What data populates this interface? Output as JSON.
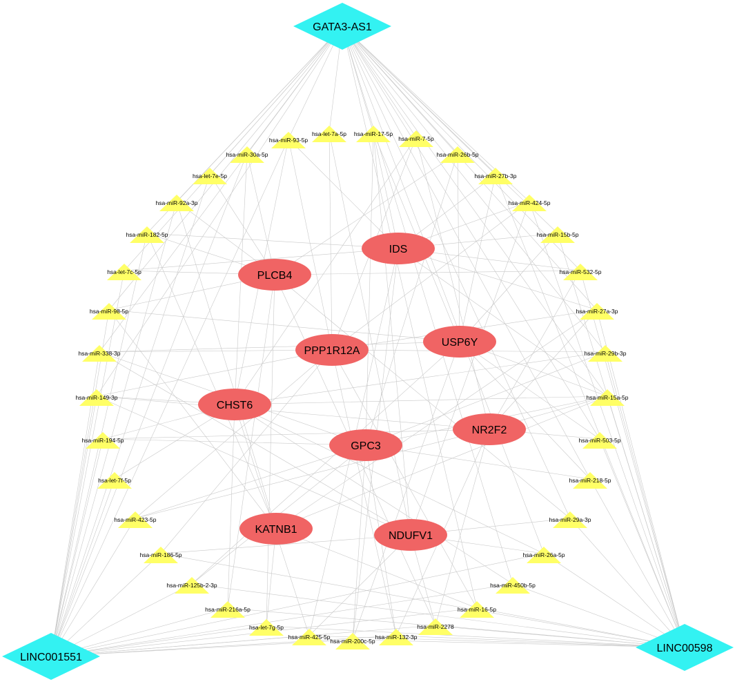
{
  "colors": {
    "lncrna_fill": "#33f2f2",
    "mirna_fill": "#ffff66",
    "gene_fill": "#f06464",
    "edge": "#c8c8c8",
    "background": "#ffffff"
  },
  "lncrnas": [
    {
      "id": "GATA3-AS1",
      "label": "GATA3-AS1"
    },
    {
      "id": "LINC001551",
      "label": "LINC001551"
    },
    {
      "id": "LINC00598",
      "label": "LINC00598"
    }
  ],
  "genes": [
    {
      "id": "IDS",
      "label": "IDS"
    },
    {
      "id": "PLCB4",
      "label": "PLCB4"
    },
    {
      "id": "PPP1R12A",
      "label": "PPP1R12A"
    },
    {
      "id": "USP6Y",
      "label": "USP6Y"
    },
    {
      "id": "CHST6",
      "label": "CHST6"
    },
    {
      "id": "NR2F2",
      "label": "NR2F2"
    },
    {
      "id": "GPC3",
      "label": "GPC3"
    },
    {
      "id": "KATNB1",
      "label": "KATNB1"
    },
    {
      "id": "NDUFV1",
      "label": "NDUFV1"
    }
  ],
  "mirnas": [
    {
      "id": "hsa-let-7a-5p",
      "label": "hsa-let-7a-5p"
    },
    {
      "id": "hsa-miR-17-5p",
      "label": "hsa-miR-17-5p"
    },
    {
      "id": "hsa-miR-7-5p",
      "label": "hsa-miR-7-5p"
    },
    {
      "id": "hsa-miR-93-5p",
      "label": "hsa-miR-93-5p"
    },
    {
      "id": "hsa-miR-26b-5p",
      "label": "hsa-miR-26b-5p"
    },
    {
      "id": "hsa-miR-30a-5p",
      "label": "hsa-miR-30a-5p"
    },
    {
      "id": "hsa-miR-27b-3p",
      "label": "hsa-miR-27b-3p"
    },
    {
      "id": "hsa-let-7e-5p",
      "label": "hsa-let-7e-5p"
    },
    {
      "id": "hsa-miR-424-5p",
      "label": "hsa-miR-424-5p"
    },
    {
      "id": "hsa-miR-92a-3p",
      "label": "hsa-miR-92a-3p"
    },
    {
      "id": "hsa-miR-15b-5p",
      "label": "hsa-miR-15b-5p"
    },
    {
      "id": "hsa-miR-182-5p",
      "label": "hsa-miR-182-5p"
    },
    {
      "id": "hsa-miR-532-5p",
      "label": "hsa-miR-532-5p"
    },
    {
      "id": "hsa-let-7c-5p",
      "label": "hsa-let-7c-5p"
    },
    {
      "id": "hsa-miR-27a-3p",
      "label": "hsa-miR-27a-3p"
    },
    {
      "id": "hsa-miR-98-5p",
      "label": "hsa-miR-98-5p"
    },
    {
      "id": "hsa-miR-29b-3p",
      "label": "hsa-miR-29b-3p"
    },
    {
      "id": "hsa-miR-338-3p",
      "label": "hsa-miR-338-3p"
    },
    {
      "id": "hsa-miR-15a-5p",
      "label": "hsa-miR-15a-5p"
    },
    {
      "id": "hsa-miR-149-3p",
      "label": "hsa-miR-149-3p"
    },
    {
      "id": "hsa-miR-503-5p",
      "label": "hsa-miR-503-5p"
    },
    {
      "id": "hsa-miR-194-5p",
      "label": "hsa-miR-194-5p"
    },
    {
      "id": "hsa-miR-218-5p",
      "label": "hsa-miR-218-5p"
    },
    {
      "id": "hsa-let-7f-5p",
      "label": "hsa-let-7f-5p"
    },
    {
      "id": "hsa-miR-29a-3p",
      "label": "hsa-miR-29a-3p"
    },
    {
      "id": "hsa-miR-423-5p",
      "label": "hsa-miR-423-5p"
    },
    {
      "id": "hsa-miR-26a-5p",
      "label": "hsa-miR-26a-5p"
    },
    {
      "id": "hsa-miR-186-5p",
      "label": "hsa-miR-186-5p"
    },
    {
      "id": "hsa-miR-450b-5p",
      "label": "hsa-miR-450b-5p"
    },
    {
      "id": "hsa-miR-125b-2-3p",
      "label": "hsa-miR-125b-2-3p"
    },
    {
      "id": "hsa-miR-16-5p",
      "label": "hsa-miR-16-5p"
    },
    {
      "id": "hsa-miR-216a-5p",
      "label": "hsa-miR-216a-5p"
    },
    {
      "id": "hsa-miR-2278",
      "label": "hsa-miR-2278"
    },
    {
      "id": "hsa-let-7g-5p",
      "label": "hsa-let-7g-5p"
    },
    {
      "id": "hsa-miR-132-3p",
      "label": "hsa-miR-132-3p"
    },
    {
      "id": "hsa-miR-425-5p",
      "label": "hsa-miR-425-5p"
    },
    {
      "id": "hsa-miR-200c-5p",
      "label": "hsa-miR-200c-5p"
    }
  ],
  "edges": [
    [
      "GATA3-AS1",
      "hsa-let-7a-5p"
    ],
    [
      "GATA3-AS1",
      "hsa-miR-17-5p"
    ],
    [
      "GATA3-AS1",
      "hsa-miR-7-5p"
    ],
    [
      "GATA3-AS1",
      "hsa-miR-93-5p"
    ],
    [
      "GATA3-AS1",
      "hsa-miR-26b-5p"
    ],
    [
      "GATA3-AS1",
      "hsa-miR-30a-5p"
    ],
    [
      "GATA3-AS1",
      "hsa-miR-27b-3p"
    ],
    [
      "GATA3-AS1",
      "hsa-let-7e-5p"
    ],
    [
      "GATA3-AS1",
      "hsa-miR-424-5p"
    ],
    [
      "GATA3-AS1",
      "hsa-miR-92a-3p"
    ],
    [
      "GATA3-AS1",
      "hsa-miR-15b-5p"
    ],
    [
      "GATA3-AS1",
      "hsa-miR-182-5p"
    ],
    [
      "GATA3-AS1",
      "hsa-miR-532-5p"
    ],
    [
      "GATA3-AS1",
      "hsa-let-7c-5p"
    ],
    [
      "GATA3-AS1",
      "hsa-miR-27a-3p"
    ],
    [
      "GATA3-AS1",
      "hsa-miR-98-5p"
    ],
    [
      "GATA3-AS1",
      "hsa-miR-29b-3p"
    ],
    [
      "GATA3-AS1",
      "hsa-miR-15a-5p"
    ],
    [
      "GATA3-AS1",
      "hsa-miR-503-5p"
    ],
    [
      "GATA3-AS1",
      "hsa-miR-218-5p"
    ],
    [
      "GATA3-AS1",
      "hsa-miR-29a-3p"
    ],
    [
      "GATA3-AS1",
      "hsa-miR-26a-5p"
    ],
    [
      "GATA3-AS1",
      "hsa-miR-450b-5p"
    ],
    [
      "GATA3-AS1",
      "hsa-miR-16-5p"
    ],
    [
      "GATA3-AS1",
      "hsa-miR-338-3p"
    ],
    [
      "GATA3-AS1",
      "hsa-miR-149-3p"
    ],
    [
      "LINC001551",
      "hsa-miR-186-5p"
    ],
    [
      "LINC001551",
      "hsa-miR-125b-2-3p"
    ],
    [
      "LINC001551",
      "hsa-miR-216a-5p"
    ],
    [
      "LINC001551",
      "hsa-let-7g-5p"
    ],
    [
      "LINC001551",
      "hsa-miR-425-5p"
    ],
    [
      "LINC001551",
      "hsa-miR-200c-5p"
    ],
    [
      "LINC001551",
      "hsa-miR-132-3p"
    ],
    [
      "LINC001551",
      "hsa-miR-2278"
    ],
    [
      "LINC001551",
      "hsa-miR-423-5p"
    ],
    [
      "LINC001551",
      "hsa-let-7f-5p"
    ],
    [
      "LINC001551",
      "hsa-miR-194-5p"
    ],
    [
      "LINC001551",
      "hsa-miR-149-3p"
    ],
    [
      "LINC001551",
      "hsa-miR-338-3p"
    ],
    [
      "LINC001551",
      "hsa-miR-98-5p"
    ],
    [
      "LINC001551",
      "hsa-let-7c-5p"
    ],
    [
      "LINC001551",
      "hsa-miR-182-5p"
    ],
    [
      "LINC001551",
      "hsa-miR-92a-3p"
    ],
    [
      "LINC001551",
      "hsa-let-7e-5p"
    ],
    [
      "LINC001551",
      "hsa-miR-30a-5p"
    ],
    [
      "LINC001551",
      "hsa-miR-93-5p"
    ],
    [
      "LINC001551",
      "hsa-miR-16-5p"
    ],
    [
      "LINC001551",
      "hsa-miR-450b-5p"
    ],
    [
      "LINC001551",
      "hsa-miR-26a-5p"
    ],
    [
      "LINC00598",
      "hsa-miR-15a-5p"
    ],
    [
      "LINC00598",
      "hsa-miR-503-5p"
    ],
    [
      "LINC00598",
      "hsa-miR-218-5p"
    ],
    [
      "LINC00598",
      "hsa-miR-29a-3p"
    ],
    [
      "LINC00598",
      "hsa-miR-26a-5p"
    ],
    [
      "LINC00598",
      "hsa-miR-450b-5p"
    ],
    [
      "LINC00598",
      "hsa-miR-16-5p"
    ],
    [
      "LINC00598",
      "hsa-miR-2278"
    ],
    [
      "LINC00598",
      "hsa-miR-132-3p"
    ],
    [
      "LINC00598",
      "hsa-miR-200c-5p"
    ],
    [
      "LINC00598",
      "hsa-miR-425-5p"
    ],
    [
      "LINC00598",
      "hsa-let-7g-5p"
    ],
    [
      "LINC00598",
      "hsa-miR-29b-3p"
    ],
    [
      "LINC00598",
      "hsa-miR-27a-3p"
    ],
    [
      "LINC00598",
      "hsa-miR-532-5p"
    ],
    [
      "LINC00598",
      "hsa-miR-15b-5p"
    ],
    [
      "LINC00598",
      "hsa-miR-424-5p"
    ],
    [
      "LINC00598",
      "hsa-miR-27b-3p"
    ],
    [
      "LINC00598",
      "hsa-miR-186-5p"
    ],
    [
      "LINC00598",
      "hsa-miR-216a-5p"
    ],
    [
      "LINC00598",
      "hsa-miR-125b-2-3p"
    ],
    [
      "IDS",
      "hsa-miR-17-5p"
    ],
    [
      "IDS",
      "hsa-miR-93-5p"
    ],
    [
      "IDS",
      "hsa-miR-27b-3p"
    ],
    [
      "IDS",
      "hsa-miR-15b-5p"
    ],
    [
      "IDS",
      "hsa-miR-424-5p"
    ],
    [
      "IDS",
      "hsa-miR-532-5p"
    ],
    [
      "IDS",
      "hsa-let-7c-5p"
    ],
    [
      "IDS",
      "hsa-miR-182-5p"
    ],
    [
      "IDS",
      "hsa-miR-27a-3p"
    ],
    [
      "IDS",
      "hsa-miR-200c-5p"
    ],
    [
      "IDS",
      "hsa-miR-425-5p"
    ],
    [
      "IDS",
      "hsa-miR-15a-5p"
    ],
    [
      "PLCB4",
      "hsa-miR-30a-5p"
    ],
    [
      "PLCB4",
      "hsa-let-7e-5p"
    ],
    [
      "PLCB4",
      "hsa-miR-92a-3p"
    ],
    [
      "PLCB4",
      "hsa-miR-182-5p"
    ],
    [
      "PLCB4",
      "hsa-let-7c-5p"
    ],
    [
      "PLCB4",
      "hsa-miR-98-5p"
    ],
    [
      "PLCB4",
      "hsa-miR-532-5p"
    ],
    [
      "PLCB4",
      "hsa-miR-26b-5p"
    ],
    [
      "PLCB4",
      "hsa-miR-2278"
    ],
    [
      "PLCB4",
      "hsa-let-7g-5p"
    ],
    [
      "PLCB4",
      "hsa-miR-216a-5p"
    ],
    [
      "PLCB4",
      "hsa-miR-29a-3p"
    ],
    [
      "PPP1R12A",
      "hsa-let-7a-5p"
    ],
    [
      "PPP1R12A",
      "hsa-miR-7-5p"
    ],
    [
      "PPP1R12A",
      "hsa-miR-338-3p"
    ],
    [
      "PPP1R12A",
      "hsa-miR-149-3p"
    ],
    [
      "PPP1R12A",
      "hsa-miR-29b-3p"
    ],
    [
      "PPP1R12A",
      "hsa-miR-27a-3p"
    ],
    [
      "PPP1R12A",
      "hsa-miR-186-5p"
    ],
    [
      "PPP1R12A",
      "hsa-miR-423-5p"
    ],
    [
      "PPP1R12A",
      "hsa-miR-132-3p"
    ],
    [
      "PPP1R12A",
      "hsa-miR-16-5p"
    ],
    [
      "PPP1R12A",
      "hsa-miR-93-5p"
    ],
    [
      "PPP1R12A",
      "hsa-miR-424-5p"
    ],
    [
      "USP6Y",
      "hsa-miR-26b-5p"
    ],
    [
      "USP6Y",
      "hsa-miR-17-5p"
    ],
    [
      "USP6Y",
      "hsa-miR-27b-3p"
    ],
    [
      "USP6Y",
      "hsa-miR-15b-5p"
    ],
    [
      "USP6Y",
      "hsa-miR-98-5p"
    ],
    [
      "USP6Y",
      "hsa-miR-338-3p"
    ],
    [
      "USP6Y",
      "hsa-miR-15a-5p"
    ],
    [
      "USP6Y",
      "hsa-miR-503-5p"
    ],
    [
      "USP6Y",
      "hsa-miR-218-5p"
    ],
    [
      "USP6Y",
      "hsa-miR-200c-5p"
    ],
    [
      "USP6Y",
      "hsa-miR-125b-2-3p"
    ],
    [
      "CHST6",
      "hsa-miR-93-5p"
    ],
    [
      "CHST6",
      "hsa-miR-30a-5p"
    ],
    [
      "CHST6",
      "hsa-miR-194-5p"
    ],
    [
      "CHST6",
      "hsa-miR-149-3p"
    ],
    [
      "CHST6",
      "hsa-let-7f-5p"
    ],
    [
      "CHST6",
      "hsa-miR-15a-5p"
    ],
    [
      "CHST6",
      "hsa-miR-29b-3p"
    ],
    [
      "CHST6",
      "hsa-miR-450b-5p"
    ],
    [
      "CHST6",
      "hsa-miR-26a-5p"
    ],
    [
      "CHST6",
      "hsa-miR-216a-5p"
    ],
    [
      "CHST6",
      "hsa-miR-425-5p"
    ],
    [
      "CHST6",
      "hsa-miR-7-5p"
    ],
    [
      "NR2F2",
      "hsa-miR-27a-3p"
    ],
    [
      "NR2F2",
      "hsa-miR-15a-5p"
    ],
    [
      "NR2F2",
      "hsa-miR-503-5p"
    ],
    [
      "NR2F2",
      "hsa-miR-194-5p"
    ],
    [
      "NR2F2",
      "hsa-miR-149-3p"
    ],
    [
      "NR2F2",
      "hsa-miR-132-3p"
    ],
    [
      "NR2F2",
      "hsa-miR-2278"
    ],
    [
      "NR2F2",
      "hsa-miR-532-5p"
    ],
    [
      "NR2F2",
      "hsa-miR-7-5p"
    ],
    [
      "NR2F2",
      "hsa-miR-423-5p"
    ],
    [
      "GPC3",
      "hsa-miR-338-3p"
    ],
    [
      "GPC3",
      "hsa-miR-15a-5p"
    ],
    [
      "GPC3",
      "hsa-miR-29b-3p"
    ],
    [
      "GPC3",
      "hsa-miR-194-5p"
    ],
    [
      "GPC3",
      "hsa-miR-423-5p"
    ],
    [
      "GPC3",
      "hsa-miR-125b-2-3p"
    ],
    [
      "GPC3",
      "hsa-miR-200c-5p"
    ],
    [
      "GPC3",
      "hsa-miR-132-3p"
    ],
    [
      "GPC3",
      "hsa-miR-26b-5p"
    ],
    [
      "GPC3",
      "hsa-miR-17-5p"
    ],
    [
      "GPC3",
      "hsa-miR-218-5p"
    ],
    [
      "KATNB1",
      "hsa-miR-98-5p"
    ],
    [
      "KATNB1",
      "hsa-miR-182-5p"
    ],
    [
      "KATNB1",
      "hsa-miR-16-5p"
    ],
    [
      "KATNB1",
      "hsa-miR-27a-3p"
    ],
    [
      "KATNB1",
      "hsa-let-7g-5p"
    ],
    [
      "KATNB1",
      "hsa-miR-15a-5p"
    ],
    [
      "KATNB1",
      "hsa-miR-92a-3p"
    ],
    [
      "NDUFV1",
      "hsa-let-7a-5p"
    ],
    [
      "NDUFV1",
      "hsa-miR-29a-3p"
    ],
    [
      "NDUFV1",
      "hsa-miR-26a-5p"
    ],
    [
      "NDUFV1",
      "hsa-miR-186-5p"
    ],
    [
      "NDUFV1",
      "hsa-miR-338-3p"
    ],
    [
      "NDUFV1",
      "hsa-miR-425-5p"
    ],
    [
      "NDUFV1",
      "hsa-miR-2278"
    ],
    [
      "NDUFV1",
      "hsa-miR-424-5p"
    ],
    [
      "NDUFV1",
      "hsa-miR-149-3p"
    ],
    [
      "NDUFV1",
      "hsa-miR-17-5p"
    ]
  ]
}
